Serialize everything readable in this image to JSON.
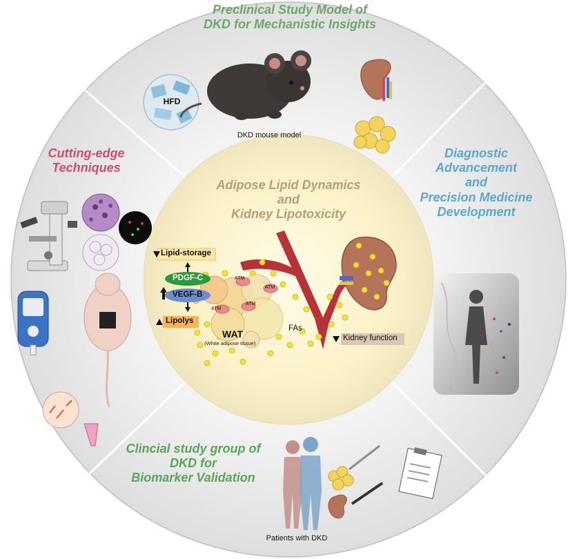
{
  "quadrants": {
    "top_title": "Preclinical Study Model of\nDKD for Mechanistic Insights",
    "left_title": "Cutting-edge\nTechniques",
    "right_title": "Diagnostic\nAdvancement\nand\nPrecision Medicine\nDevelopment",
    "bottom_title": "Clincial study group of\nDKD for\nBiomarker Validation"
  },
  "center": {
    "title": "Adipose Lipid Dynamics\nand\nKidney Lipotoxicity",
    "lipid_storage": "Lipid-storage",
    "pdgf": "PDGF-C",
    "vegf": "VEGF-B",
    "lipolys": "Lipolys",
    "wat": "WAT",
    "wat_sub": "(White adipose tissue)",
    "fas": "FAs",
    "kidney_function": "Kidney function",
    "atm": "ATM"
  },
  "labels": {
    "hfd": "HFD",
    "mouse_caption": "DKD mouse model",
    "patients_caption": "Patients with DKD"
  },
  "colors": {
    "ring": "#e6e6e6",
    "center_glow": "#fbf4cf",
    "title_top": "#6fa66a",
    "title_left": "#c9506a",
    "title_right": "#5aa8cc",
    "title_bottom": "#5aa55a",
    "title_center": "#b3a074",
    "pdgf_fill": "#2a9a3a",
    "vegf_fill": "#6b8ccf",
    "lipid_box": "#fce9a6",
    "lipolys_box": "#f6b35a",
    "kidney_box": "#d9c9b4"
  }
}
